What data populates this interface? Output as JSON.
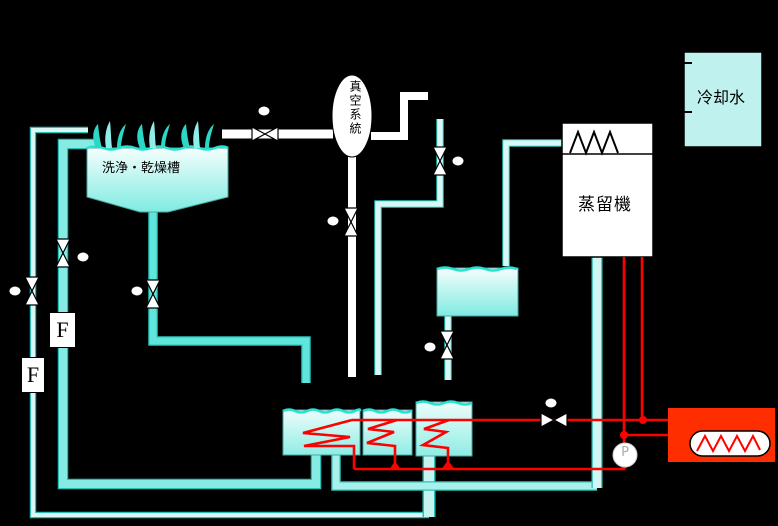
{
  "diagram": {
    "background": "#000000",
    "equipment": {
      "wash_dry_tank": {
        "label": "洗浄・乾燥槽"
      },
      "vacuum_system": {
        "label": "真空系統"
      },
      "distiller": {
        "label": "蒸留機"
      },
      "cooling_water": {
        "label": "冷却水"
      },
      "flow_meter_wide": {
        "label": "F"
      },
      "flow_meter_thin": {
        "label": "F"
      },
      "pump": {
        "label": "P"
      }
    },
    "colors": {
      "pipe_cyan_bright": "#7FEBE1",
      "pipe_cyan_pale": "#D8F8F5",
      "pipe_edge_teal": "#2BBFB8",
      "vapor_pipe_white": "#FFFFFF",
      "heating_line_red": "#FF0000",
      "heater_box_red": "#FF2E00",
      "tank_fill_top": "#F4FEFD",
      "tank_fill_bottom": "#7FEBE1",
      "wave_line_teal": "#25E3D2",
      "cooling_box_fill": "#BFF2EE"
    }
  }
}
